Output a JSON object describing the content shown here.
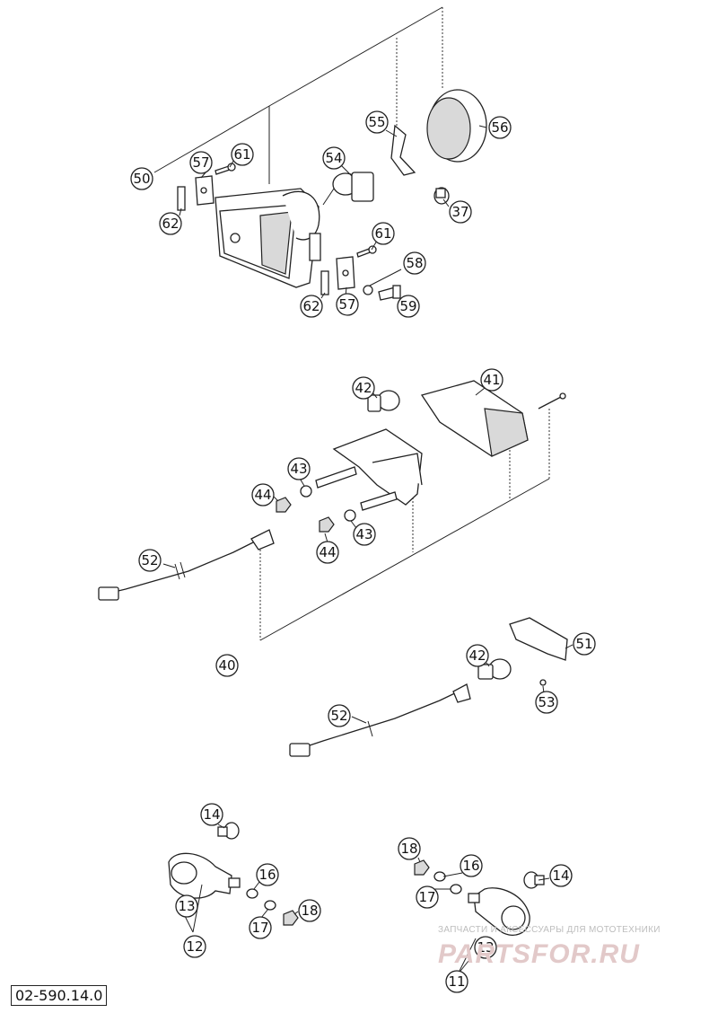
{
  "diagram": {
    "code": "02-590.14.0",
    "watermark": {
      "tagline": "ЗАПЧАСТИ И АКСЕССУАРЫ ДЛЯ МОТОТЕХНИКИ",
      "brand": "PARTSFOR.RU"
    },
    "callouts": [
      {
        "id": "c50",
        "label": "50"
      },
      {
        "id": "c57a",
        "label": "57"
      },
      {
        "id": "c61a",
        "label": "61"
      },
      {
        "id": "c62a",
        "label": "62"
      },
      {
        "id": "c54",
        "label": "54"
      },
      {
        "id": "c55",
        "label": "55"
      },
      {
        "id": "c56",
        "label": "56"
      },
      {
        "id": "c37",
        "label": "37"
      },
      {
        "id": "c61b",
        "label": "61"
      },
      {
        "id": "c58",
        "label": "58"
      },
      {
        "id": "c62b",
        "label": "62"
      },
      {
        "id": "c57b",
        "label": "57"
      },
      {
        "id": "c59",
        "label": "59"
      },
      {
        "id": "c42a",
        "label": "42"
      },
      {
        "id": "c41",
        "label": "41"
      },
      {
        "id": "c43a",
        "label": "43"
      },
      {
        "id": "c44a",
        "label": "44"
      },
      {
        "id": "c43b",
        "label": "43"
      },
      {
        "id": "c44b",
        "label": "44"
      },
      {
        "id": "c52a",
        "label": "52"
      },
      {
        "id": "c40",
        "label": "40"
      },
      {
        "id": "c51",
        "label": "51"
      },
      {
        "id": "c42b",
        "label": "42"
      },
      {
        "id": "c53",
        "label": "53"
      },
      {
        "id": "c52b",
        "label": "52"
      },
      {
        "id": "c14a",
        "label": "14"
      },
      {
        "id": "c16a",
        "label": "16"
      },
      {
        "id": "c13a",
        "label": "13"
      },
      {
        "id": "c17a",
        "label": "17"
      },
      {
        "id": "c18a",
        "label": "18"
      },
      {
        "id": "c12",
        "label": "12"
      },
      {
        "id": "c18b",
        "label": "18"
      },
      {
        "id": "c16b",
        "label": "16"
      },
      {
        "id": "c14b",
        "label": "14"
      },
      {
        "id": "c17b",
        "label": "17"
      },
      {
        "id": "c13b",
        "label": "13"
      },
      {
        "id": "c11",
        "label": "11"
      }
    ]
  }
}
